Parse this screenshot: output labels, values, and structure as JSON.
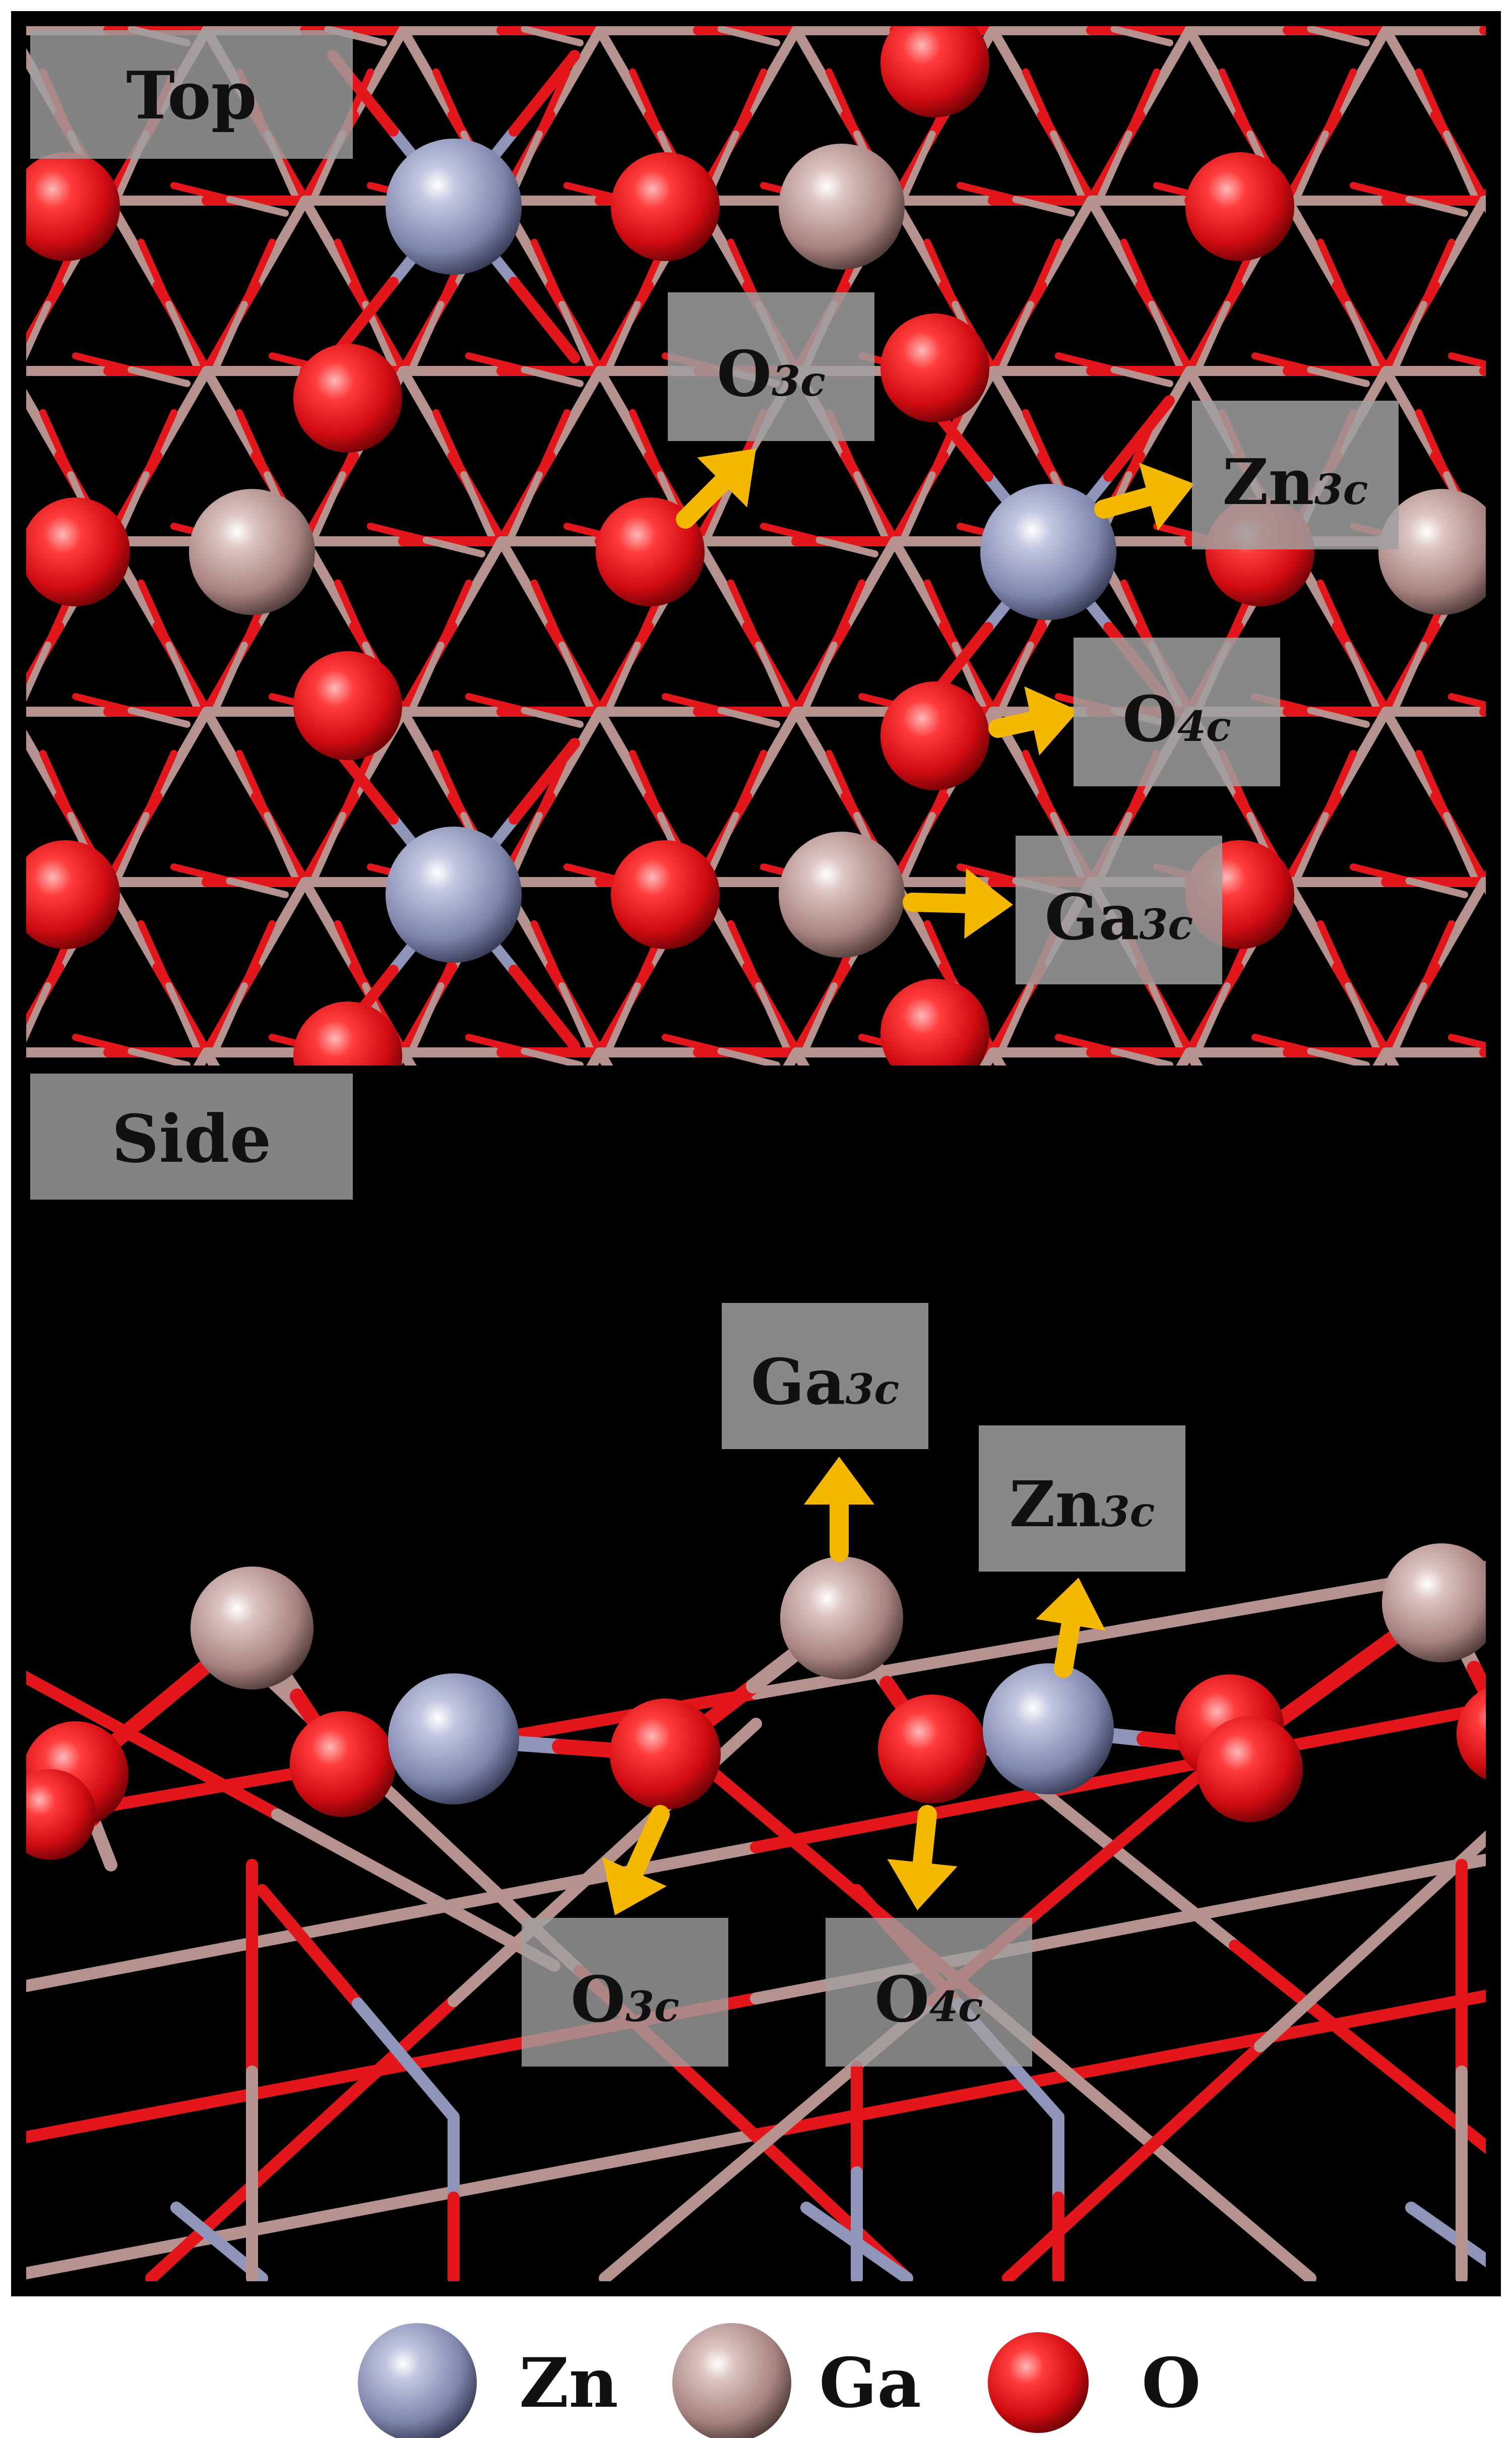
{
  "panels": {
    "top": {
      "label": "Top"
    },
    "side": {
      "label": "Side"
    }
  },
  "site_labels": {
    "o3c": {
      "main": "O",
      "sub": "3c"
    },
    "zn3c": {
      "main": "Zn",
      "sub": "3c"
    },
    "o4c": {
      "main": "O",
      "sub": "4c"
    },
    "ga3c": {
      "main": "Ga",
      "sub": "3c"
    }
  },
  "legend": [
    {
      "symbol": "Zn",
      "color": "#8f95b8"
    },
    {
      "symbol": "Ga",
      "color": "#b5928e"
    },
    {
      "symbol": "O",
      "color": "#e3171b"
    }
  ],
  "colors": {
    "background": "#000000",
    "frame": "#000000",
    "oxygen": "#e3171b",
    "gallium": "#b5928e",
    "zinc": "#8f95b8",
    "arrow": "#f5b800",
    "label_box": "#a0a0a0"
  }
}
